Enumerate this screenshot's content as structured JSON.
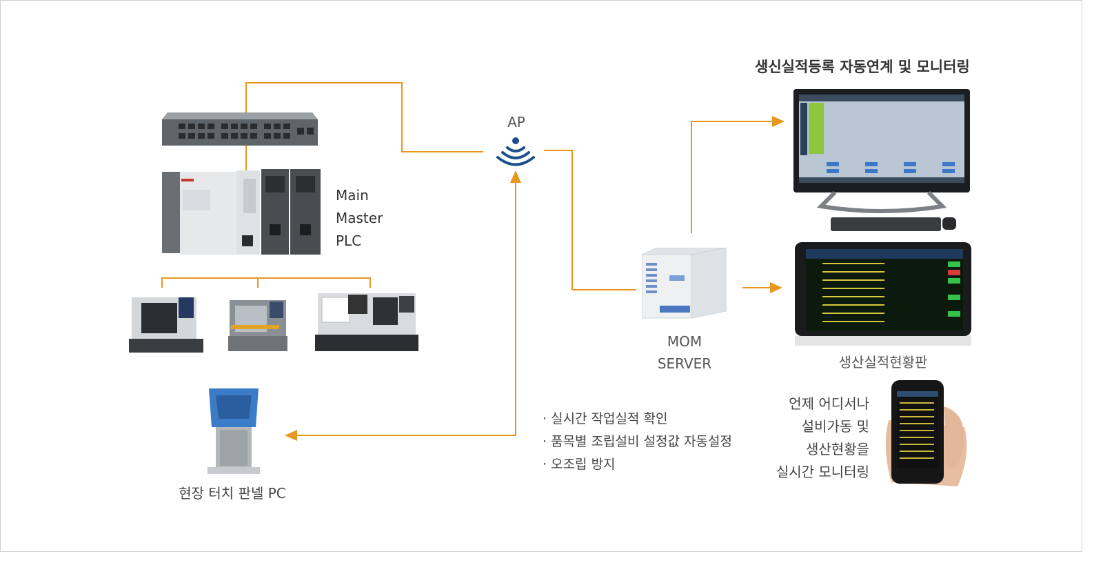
{
  "heading": "생신실적등록 자동연계 및 모니터링",
  "ap_label": "AP",
  "plc_label": [
    "Main",
    "Master",
    "PLC"
  ],
  "server_label": [
    "MOM",
    "SERVER"
  ],
  "board_label": "생산실적현황판",
  "touch_label": "현장 터치 판넬 PC",
  "features": [
    "실시간 작업실적 확인",
    "품목별 조립설비 설정값 자동설정",
    "오조립 방지"
  ],
  "mobile_text": [
    "언제 어디서나",
    "설비가동 및",
    "생산현황을",
    "실시간 모니터링"
  ],
  "colors": {
    "connector": "#e8961e",
    "text": "#444444",
    "wifi": "#1d4f8c"
  }
}
